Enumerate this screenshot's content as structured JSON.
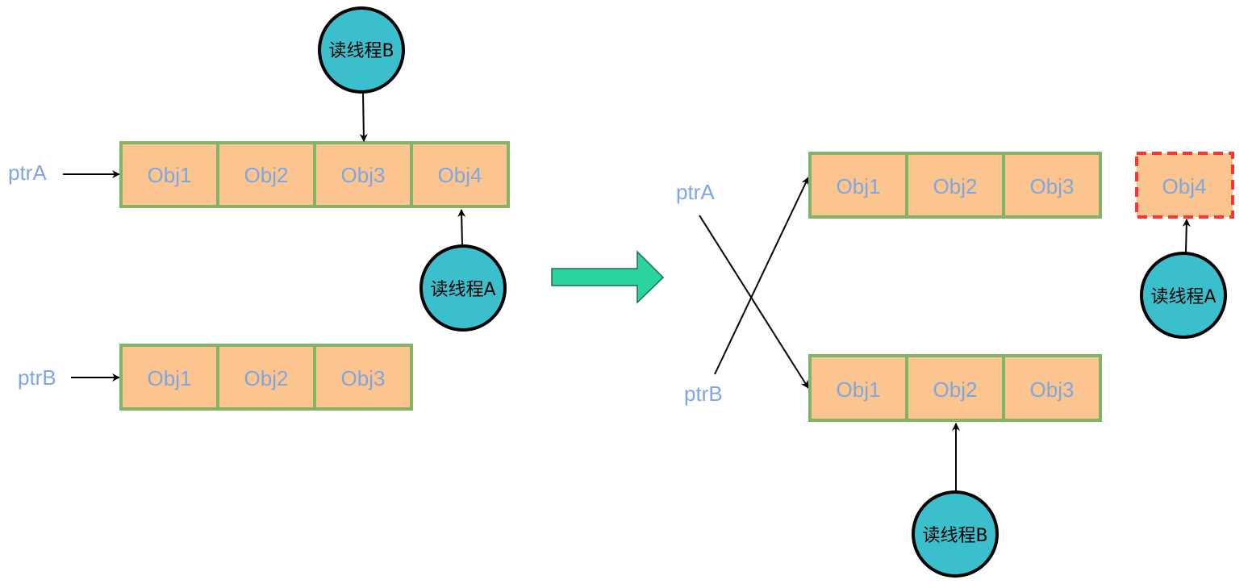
{
  "colors": {
    "cell_fill": "#fcc48f",
    "cell_border": "#82b366",
    "removed_border": "#ff3333",
    "text_blue": "#7ea6e0",
    "thread_fill": "#3cbfcc",
    "transition_arrow": "#2ad49e"
  },
  "before": {
    "ptrA": {
      "label": "ptrA",
      "cells": [
        "Obj1",
        "Obj2",
        "Obj3",
        "Obj4"
      ]
    },
    "ptrB": {
      "label": "ptrB",
      "cells": [
        "Obj1",
        "Obj2",
        "Obj3"
      ]
    },
    "threadB": {
      "label": "读线程B",
      "points_to": "ptrA.Obj3"
    },
    "threadA": {
      "label": "读线程A",
      "points_to": "ptrA.Obj4"
    }
  },
  "transition": {
    "icon": "right-arrow-icon"
  },
  "after": {
    "ptrA": {
      "label": "ptrA",
      "points_to": "bottom-list"
    },
    "ptrB": {
      "label": "ptrB",
      "points_to": "top-list"
    },
    "top_list": {
      "cells": [
        "Obj1",
        "Obj2",
        "Obj3"
      ]
    },
    "bottom_list": {
      "cells": [
        "Obj1",
        "Obj2",
        "Obj3"
      ]
    },
    "removed_cell": {
      "label": "Obj4"
    },
    "threadA": {
      "label": "读线程A",
      "points_to": "removed Obj4"
    },
    "threadB": {
      "label": "读线程B",
      "points_to": "bottom_list.Obj2"
    }
  }
}
